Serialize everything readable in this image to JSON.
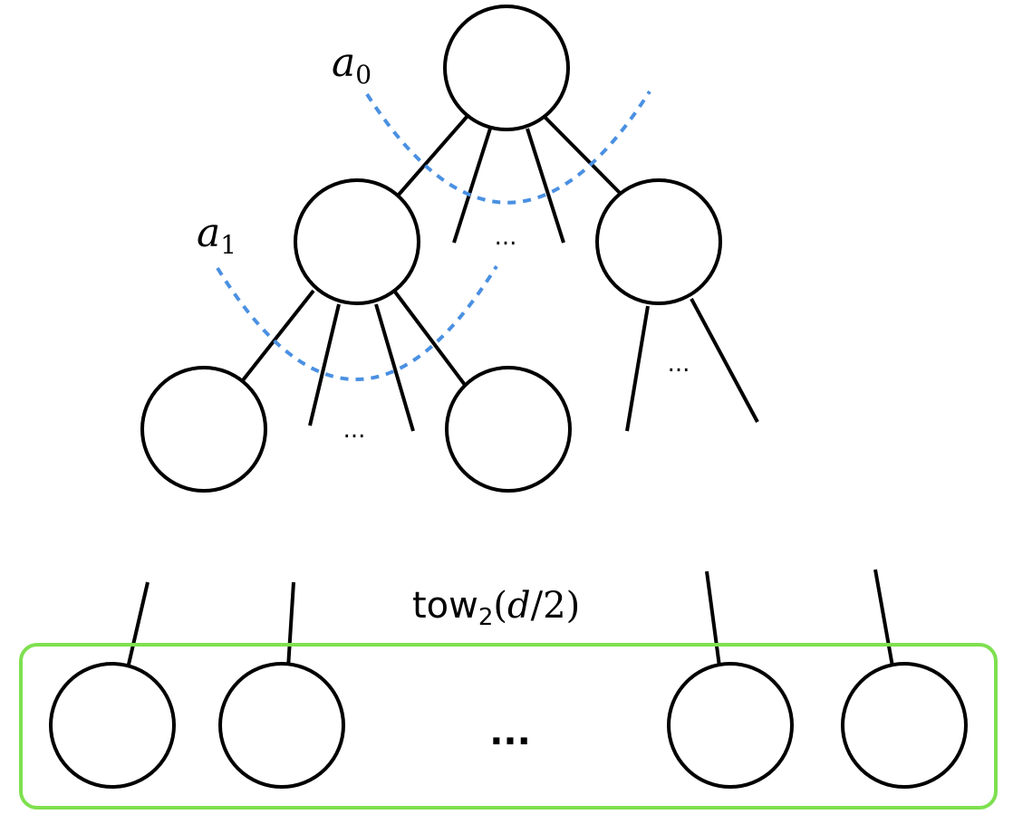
{
  "labels": {
    "a0": {
      "base": "a",
      "sub": "0"
    },
    "a1": {
      "base": "a",
      "sub": "1"
    }
  },
  "ellipsis": {
    "root_children": "...",
    "left_children": "...",
    "right_children": "...",
    "bottom_row": "..."
  },
  "tower_label": {
    "prefix": "tow",
    "subscript": "2",
    "open": "(",
    "var": "d",
    "rest": "/2)"
  },
  "colors": {
    "arc": "#4a90e2",
    "group_box": "#7ee04f",
    "stroke": "#000000"
  }
}
